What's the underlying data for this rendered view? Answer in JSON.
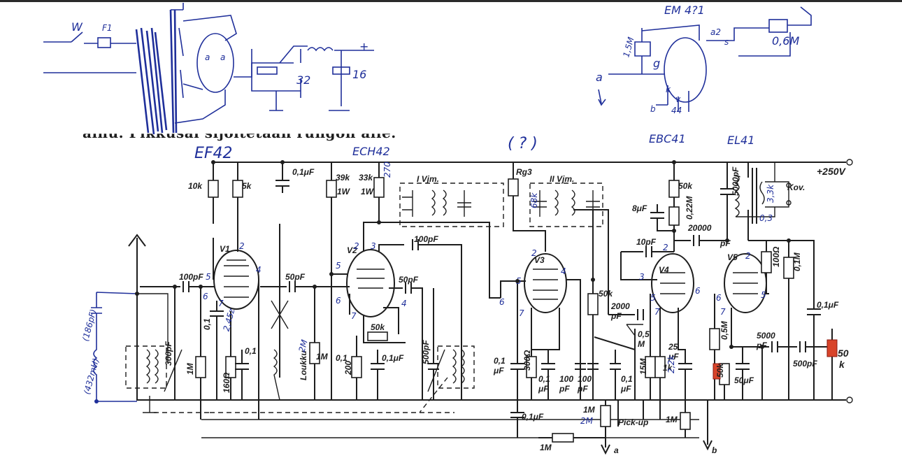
{
  "title_clip": "ainu. Pikkusai sijoitetaan rungon alle.",
  "tube_labels": {
    "v1": "V1",
    "v2": "V2",
    "v3": "V3",
    "v4": "V4",
    "v5": "V5"
  },
  "tube_types_handwritten": {
    "ef42": "EF42",
    "ech42": "ECH42",
    "ebc41": "EBC41",
    "el41": "EL41",
    "em4x": "EM 4?1",
    "question": "( ? )"
  },
  "supply": {
    "b_plus": "+250V"
  },
  "transformers": {
    "if1": "I Vjm.",
    "if2": "II Vjm.",
    "speaker": "Kov."
  },
  "printed_values": {
    "r_10k": "10k",
    "r_5k": "5k",
    "c_01uF_top": "0,1μF",
    "r_39k": "39k",
    "r_39k_w": "1W",
    "r_33k": "33k",
    "r_33k_w": "1W",
    "r_g3": "Rg3",
    "r_50k_top": "50k",
    "c_8uF": "8μF",
    "r_022M": "0,22M",
    "c_5000pF_top": "5000pF",
    "c_20000pF": "20000",
    "c_20000pF_u": "pF",
    "c_100pF_ant": "100pF",
    "c_300pF": "300pF",
    "r_1M_a": "1M",
    "c_01_v1": "0,1",
    "r_160": "160Ω",
    "c_01_cath": "0,1",
    "c_50pF_a": "50pF",
    "coil_loukku": "Loukku",
    "r_1M_b": "1M",
    "c_01_b": "0,1",
    "r_200": "200",
    "c_01uF_b": "0,1μF",
    "c_100pF_osc": "100pF",
    "c_50pF_b": "50pF",
    "r_50k_osc": "50k",
    "c_500pF_osc": "500pF",
    "c_01uF_c": "0,1",
    "c_01uF_c2": "μF",
    "r_300": "300Ω",
    "c_01uF_d": "0,1",
    "c_01uF_d2": "μF",
    "c_100pF_x": "100",
    "c_100pF_x2": "pF",
    "c_100pF_y": "100",
    "c_100pF_y2": "pF",
    "r_50k_mid": "50k",
    "c_2000pF": "2000",
    "c_2000pF_u": "pF",
    "pot_05M": "0,5",
    "pot_05M_u": "M",
    "c_01uF_e": "0,1",
    "c_01uF_e2": "μF",
    "r_15M": "15M",
    "r_1k": "1k",
    "c_25uF": "25",
    "c_25uF_u": "μF",
    "c_10pF": "10pF",
    "r_05M": "0,5M",
    "r_50k_v5": "50k",
    "r_100": "100Ω",
    "r_01M": "0,1M",
    "c_01uF_f": "0,1μF",
    "c_5000pF_b": "5000",
    "c_5000pF_b_u": "pF",
    "c_500pF_end": "500pF",
    "c_50uF": "50μF",
    "pot_50k": "50",
    "pot_50k_u": "k",
    "c_01uF_bottom": "0,1μF",
    "r_1M_bot": "1M",
    "r_1M_bot2": "1M",
    "r_1M_c": "1M",
    "pickup": "Pick-up",
    "terminal_a": "a",
    "terminal_b": "b"
  },
  "pin_numbers": [
    "2",
    "4",
    "5",
    "6",
    "7",
    "1",
    "3"
  ],
  "handwritten_notes": {
    "w1": "W",
    "f1": "F1",
    "c32": "32",
    "c16": "16",
    "plus": "+",
    "r_1m5": "1,5M",
    "g": "g",
    "a_note": "a",
    "b_note": "b",
    "r_06m": "0,6M",
    "a2": "a2",
    "s": "s",
    "k": "k",
    "v": "v",
    "n4": "44",
    "cap_186": "(186pF)",
    "coil_432": "(432mH)",
    "r_2M": "2M",
    "r_2M2": "2M",
    "r_270": "270",
    "r_68k": "68k",
    "c_2M": "2M",
    "r_33k_hand": "3,3k",
    "c_03": "0,3",
    "r_2k2": "2,2k"
  }
}
